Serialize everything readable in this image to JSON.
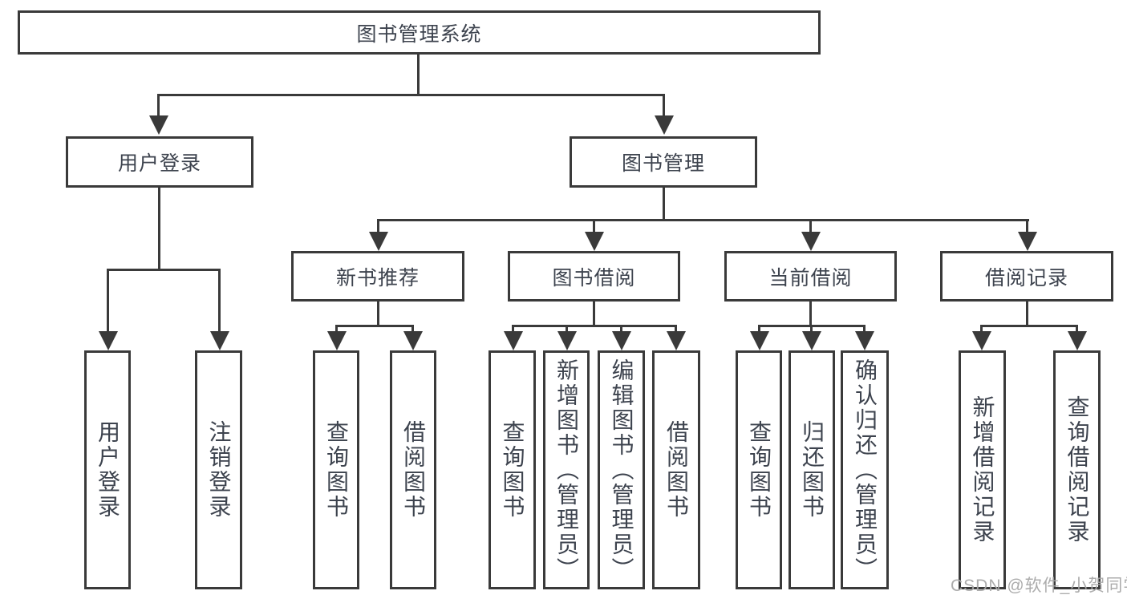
{
  "diagram": {
    "root": {
      "label": "图书管理系统"
    },
    "level2": {
      "user_login": {
        "label": "用户登录"
      },
      "book_management": {
        "label": "图书管理"
      }
    },
    "level3": {
      "new_book_recommend": {
        "label": "新书推荐"
      },
      "book_borrowing": {
        "label": "图书借阅"
      },
      "current_borrowing": {
        "label": "当前借阅"
      },
      "borrowing_records": {
        "label": "借阅记录"
      }
    },
    "leaves": {
      "user_login": [
        "用户登录",
        "注销登录"
      ],
      "new_book_recommend": [
        "查询图书",
        "借阅图书"
      ],
      "book_borrowing": [
        "查询图书",
        "新增图书（管理员）",
        "编辑图书（管理员）",
        "借阅图书"
      ],
      "current_borrowing": [
        "查询图书",
        "归还图书",
        "确认归还（管理员）"
      ],
      "borrowing_records": [
        "新增借阅记录",
        "查询借阅记录"
      ]
    }
  },
  "watermark": {
    "text": "CSDN @软件_小贺同学"
  },
  "colors": {
    "line": "#3a3a3a",
    "text": "#3d434e",
    "watermark": "#a8a8a8",
    "background": "#ffffff"
  }
}
